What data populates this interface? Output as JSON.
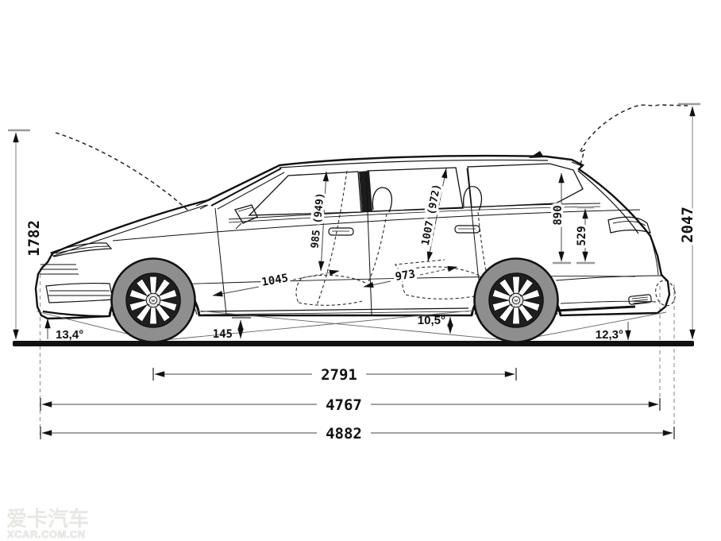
{
  "annotations": {
    "overall_height": "1782",
    "open_tailgate_height": "2047",
    "front_headroom": "985 (949)",
    "rear_headroom": "1007 (972)",
    "cargo_opening_height": "890",
    "cargo_inner_height": "529",
    "front_legroom": "1045",
    "rear_legroom": "973",
    "ground_clearance": "145",
    "approach_angle": "13,4°",
    "breakover_angle": "10,5°",
    "departure_angle": "12,3°",
    "wheelbase": "2791",
    "overall_length": "4767",
    "overall_length_incl_rear": "4882"
  },
  "watermark": {
    "site_name_cn": "爱卡汽车",
    "site_url": "XCAR.COM.CN"
  },
  "colors": {
    "line": "#111111",
    "dim_line": "#8a8a8a",
    "tire": "#8e8e8e",
    "background": "#ffffff",
    "watermark": "#e9e7e4"
  }
}
